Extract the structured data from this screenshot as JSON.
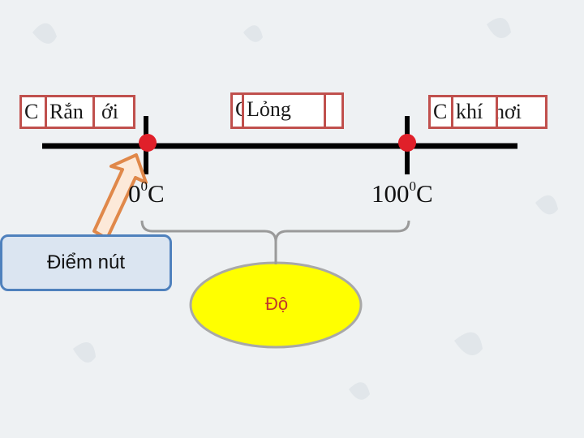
{
  "boxes": {
    "left": {
      "back": "C",
      "front": "Rắn",
      "tail": "ới"
    },
    "middle": {
      "back": "C",
      "front": "Lỏng"
    },
    "right": {
      "back": "C",
      "front": "khí",
      "tail": "hơi"
    }
  },
  "temps": {
    "left": {
      "base": "0",
      "sup": "0",
      "unit": "C"
    },
    "right": {
      "base": "100",
      "sup": "0",
      "unit": "C"
    }
  },
  "node_label": "Điểm nút",
  "oval_label": "Độ",
  "colors": {
    "axis": "#000000",
    "dot": "#e0202a",
    "box_border": "#c0504d",
    "arrow_fill": "#fce9d9",
    "arrow_stroke": "#e0884a",
    "oval_fill": "#ffff00",
    "oval_stroke": "#a8a8a8",
    "node_fill": "#dbe5f1",
    "node_border": "#4f81bd"
  }
}
